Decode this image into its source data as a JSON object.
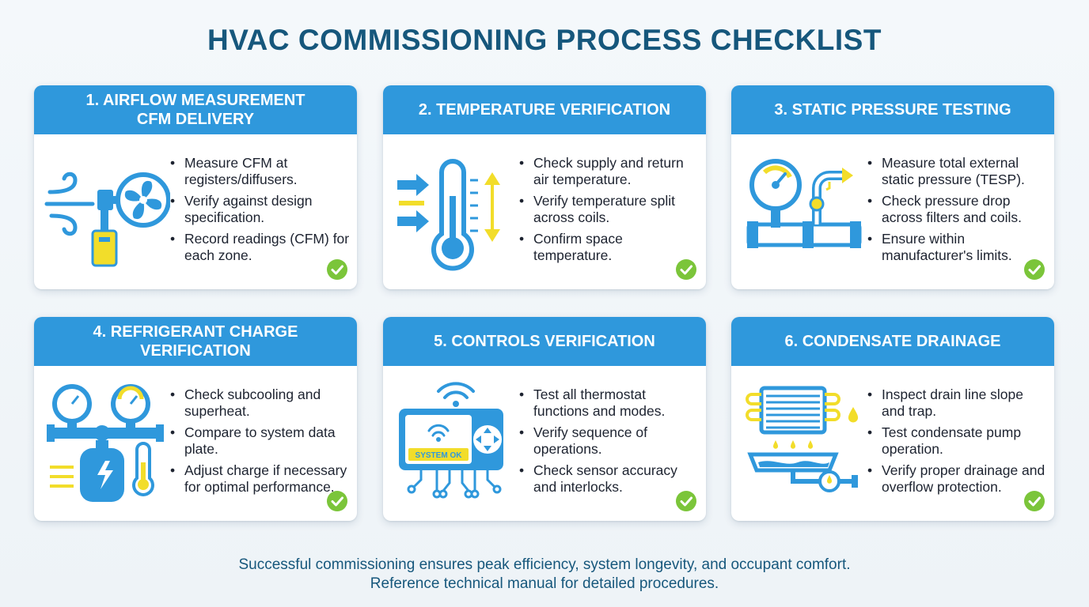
{
  "title": "HVAC COMMISSIONING PROCESS CHECKLIST",
  "colors": {
    "title": "#16577c",
    "header": "#2f98dc",
    "icon_blue": "#2f98dc",
    "icon_yellow": "#f2dd2a",
    "check_green": "#7bc53a"
  },
  "cards": [
    {
      "header": "1. AIRFLOW MEASUREMENT\nCFM DELIVERY",
      "icon": "fan-airflow-icon",
      "bullets": [
        "Measure CFM at registers/diffusers.",
        "Verify against design specification.",
        "Record readings (CFM) for each zone."
      ]
    },
    {
      "header": "2. TEMPERATURE VERIFICATION",
      "icon": "thermometer-icon",
      "bullets": [
        "Check supply and return air temperature.",
        "Verify temperature split across coils.",
        "Confirm space temperature."
      ]
    },
    {
      "header": "3. STATIC PRESSURE TESTING",
      "icon": "pressure-gauge-icon",
      "bullets": [
        "Measure total external static pressure (TESP).",
        "Check pressure drop across filters and coils.",
        "Ensure within manufacturer's limits."
      ]
    },
    {
      "header": "4. REFRIGERANT CHARGE\nVERIFICATION",
      "icon": "refrigerant-gauges-icon",
      "bullets": [
        "Check subcooling and superheat.",
        "Compare to system data plate.",
        "Adjust charge if necessary for optimal performance."
      ]
    },
    {
      "header": "5. CONTROLS VERIFICATION",
      "icon": "thermostat-controller-icon",
      "icon_text": "SYSTEM OK",
      "bullets": [
        "Test all thermostat functions and modes.",
        "Verify sequence of operations.",
        "Check sensor accuracy and interlocks."
      ]
    },
    {
      "header": "6. CONDENSATE DRAINAGE",
      "icon": "condensate-drain-icon",
      "bullets": [
        "Inspect drain line slope and trap.",
        "Test condensate pump operation.",
        "Verify proper drainage and overflow protection."
      ]
    }
  ],
  "footer": {
    "line1": "Successful commissioning ensures peak efficiency, system longevity, and occupant comfort.",
    "line2": "Reference technical manual for detailed procedures."
  }
}
